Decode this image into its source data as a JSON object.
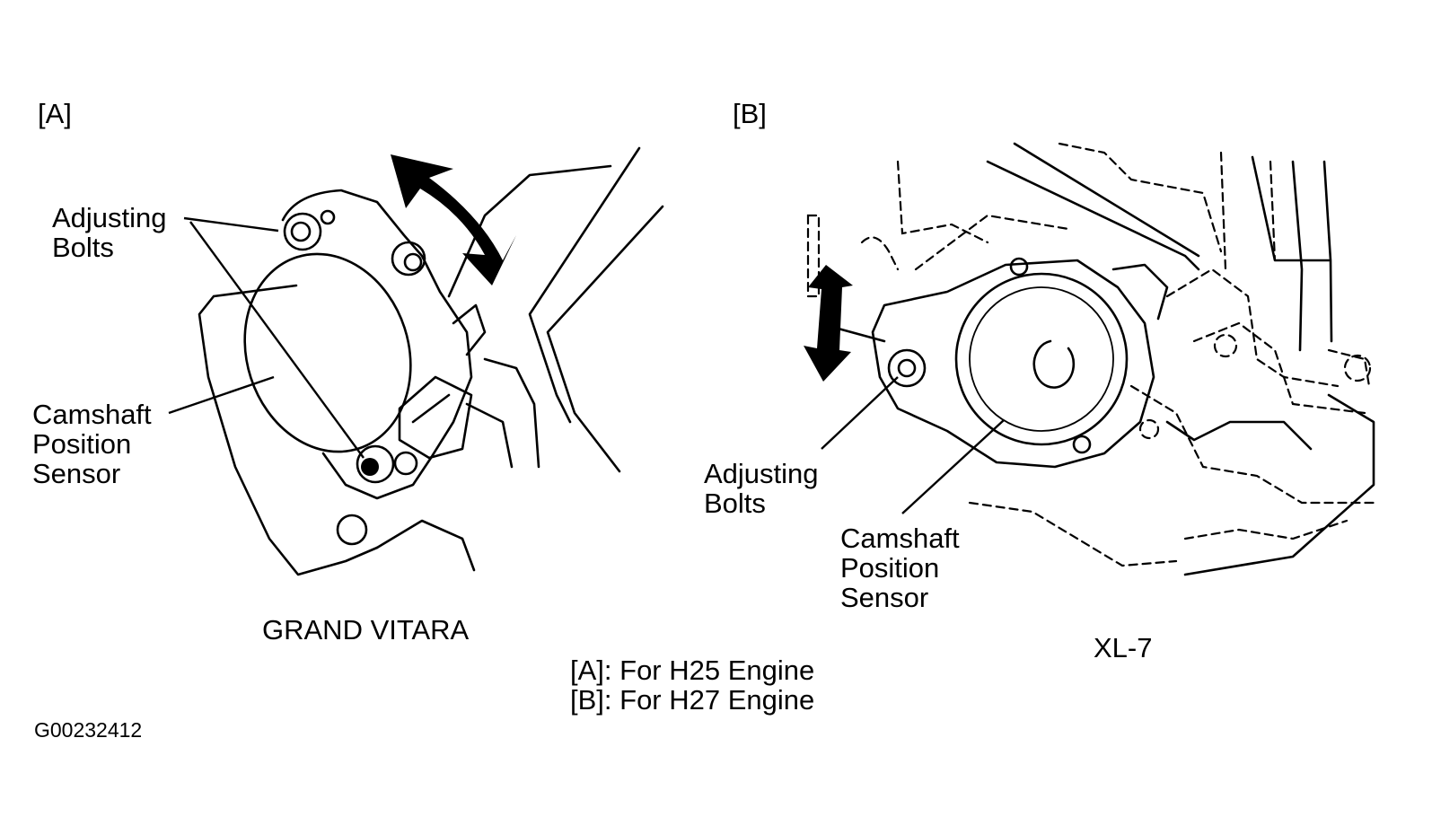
{
  "panel_a": {
    "tag": "[A]",
    "label_bolts": [
      "Adjusting",
      "Bolts"
    ],
    "label_sensor": [
      "Camshaft",
      "Position",
      "Sensor"
    ],
    "model": "GRAND VITARA"
  },
  "panel_b": {
    "tag": "[B]",
    "label_bolts": [
      "Adjusting",
      "Bolts"
    ],
    "label_sensor": [
      "Camshaft",
      "Position",
      "Sensor"
    ],
    "model": "XL-7"
  },
  "legend": {
    "line_a": "[A]: For H25 Engine",
    "line_b": "[B]: For H27 Engine"
  },
  "figure_id": "G00232412"
}
